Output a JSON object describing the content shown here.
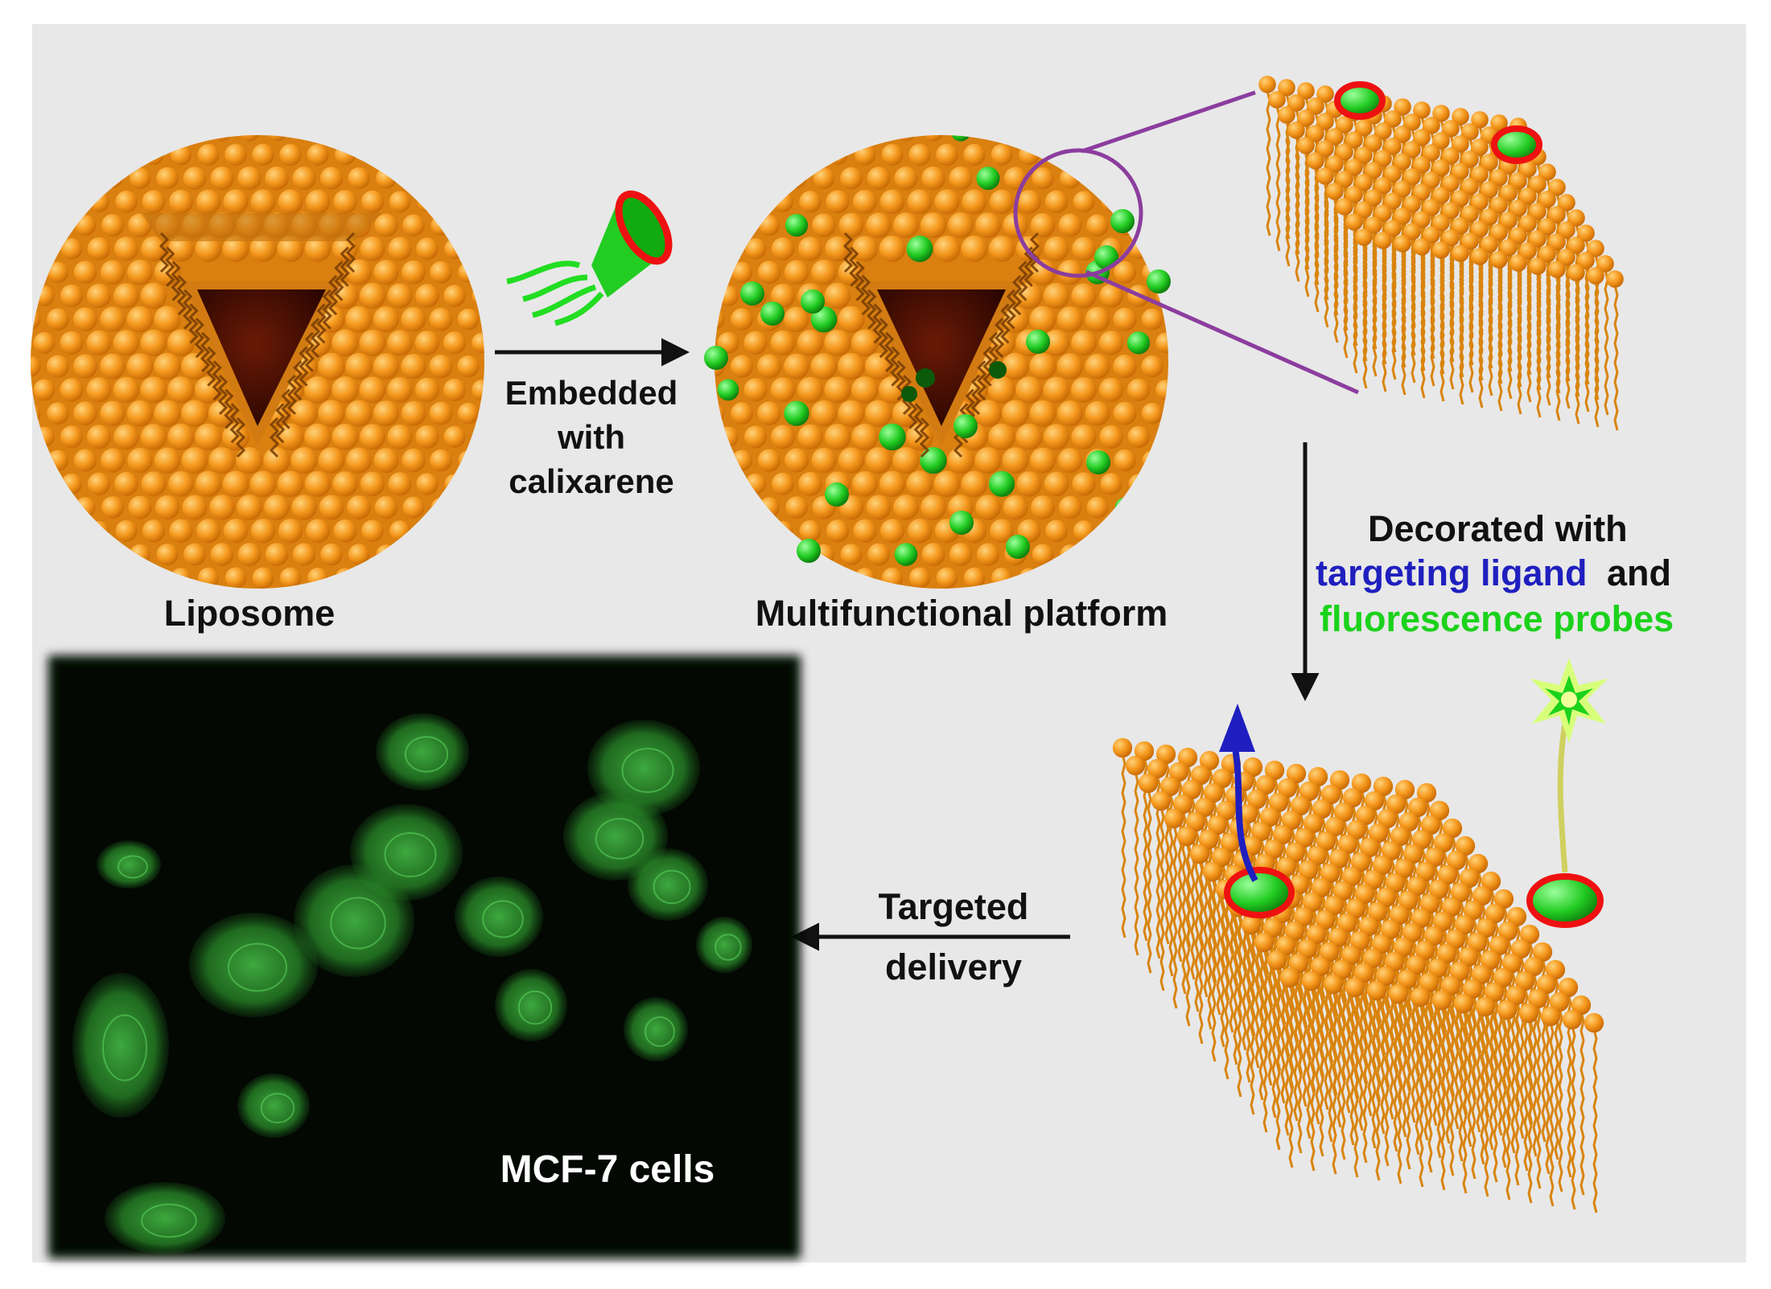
{
  "labels": {
    "liposome": "Liposome",
    "platform": "Multifunctional platform",
    "embed_line1": "Embedded",
    "embed_line2": "with",
    "embed_line3": "calixarene",
    "decorated": "Decorated with",
    "targeting": "targeting ligand",
    "and": "and",
    "fluorescence": "fluorescence probes",
    "targeted_line1": "Targeted",
    "targeted_line2": "delivery",
    "cells": "MCF-7 cells"
  },
  "colors": {
    "background": "#e8e8e8",
    "lipid_head": "#f59a1e",
    "lipid_tail": "#e08a1a",
    "interior": "#3a0a00",
    "calixarene_green": "#22cc22",
    "ring_red": "#ee1111",
    "zoom_line": "#8b3d9e",
    "targeting_blue": "#1f1fbf",
    "probe_green": "#1bd21b",
    "micrograph_bg": "#030803",
    "cell_green": "#35b535"
  },
  "icons": {
    "calixarene": "calixarene-cone-icon",
    "ligand": "targeting-ligand-arrow-icon",
    "probe": "fluorescence-probe-star-icon"
  }
}
